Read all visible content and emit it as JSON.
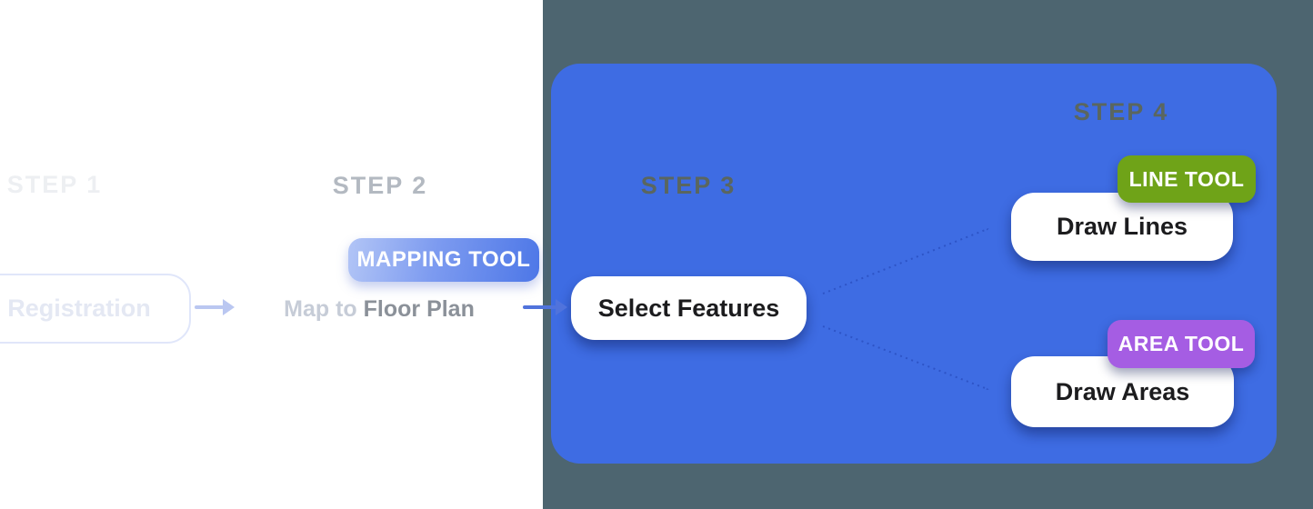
{
  "palette": {
    "panel_blue": "#3e6ce3",
    "backdrop_slate": "#4d6570",
    "line_tool_green": "#6fa318",
    "area_tool_purple": "#a55de3",
    "mapping_badge_gradient_start": "#b2c5f6",
    "mapping_badge_gradient_end": "#4d77e7",
    "connector_dotted_blue": "#2b50c2",
    "solid_arrow_blue": "#5073dc",
    "light_arrow_blue": "#bac7f1",
    "inactive_step_text": "#b3b9c1",
    "ghost_step_text": "#edeff2",
    "active_step_text": "#5a665f",
    "node_text": "#1c1c1e",
    "card_white": "#ffffff"
  },
  "flow": {
    "step1": {
      "label": "STEP 1",
      "node": "Registration"
    },
    "step2": {
      "label": "STEP 2",
      "badge": "MAPPING TOOL",
      "node_prefix": "Map to ",
      "node_highlight": "Floor Plan"
    },
    "step3": {
      "label": "STEP 3",
      "node": "Select Features"
    },
    "step4": {
      "label": "STEP 4",
      "line": {
        "badge": "LINE TOOL",
        "node": "Draw Lines"
      },
      "area": {
        "badge": "AREA TOOL",
        "node": "Draw Areas"
      }
    }
  }
}
